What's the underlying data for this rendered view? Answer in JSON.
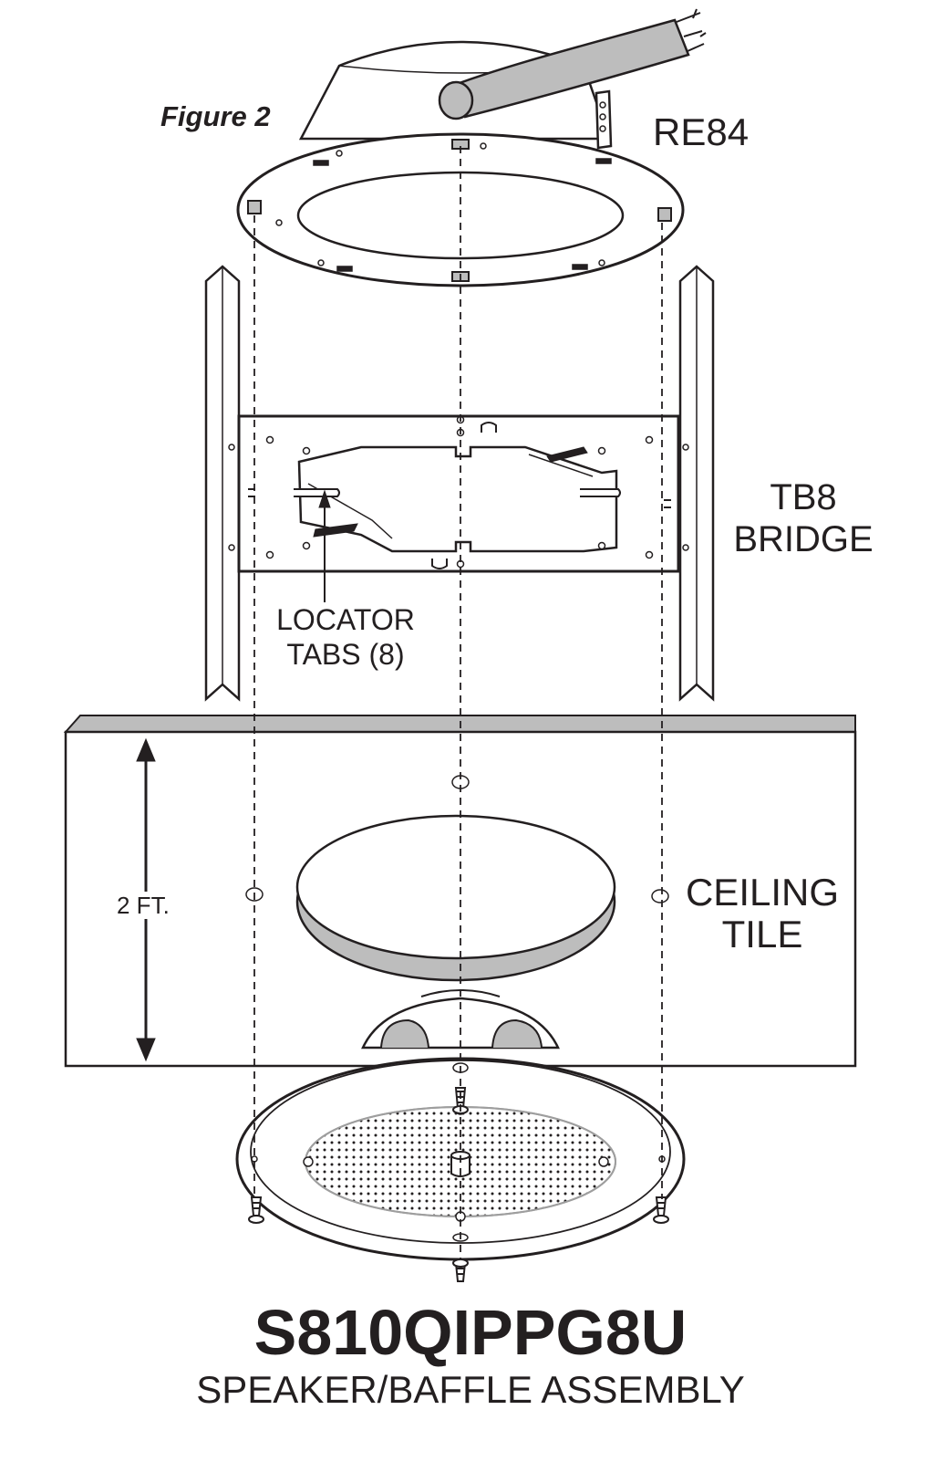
{
  "figure_label": "Figure 2",
  "parts": {
    "re84": "RE84",
    "tb8_line1": "TB8",
    "tb8_line2": "BRIDGE",
    "locator_line1": "LOCATOR",
    "locator_line2": "TABS (8)",
    "ceiling_line1": "CEILING",
    "ceiling_line2": "TILE",
    "dimension": "2 FT."
  },
  "product": {
    "model": "S810QIPPG8U",
    "subtitle": "SPEAKER/BAFFLE ASSEMBLY"
  },
  "colors": {
    "line": "#231f20",
    "shade": "#bdbdbd",
    "background": "#ffffff"
  }
}
